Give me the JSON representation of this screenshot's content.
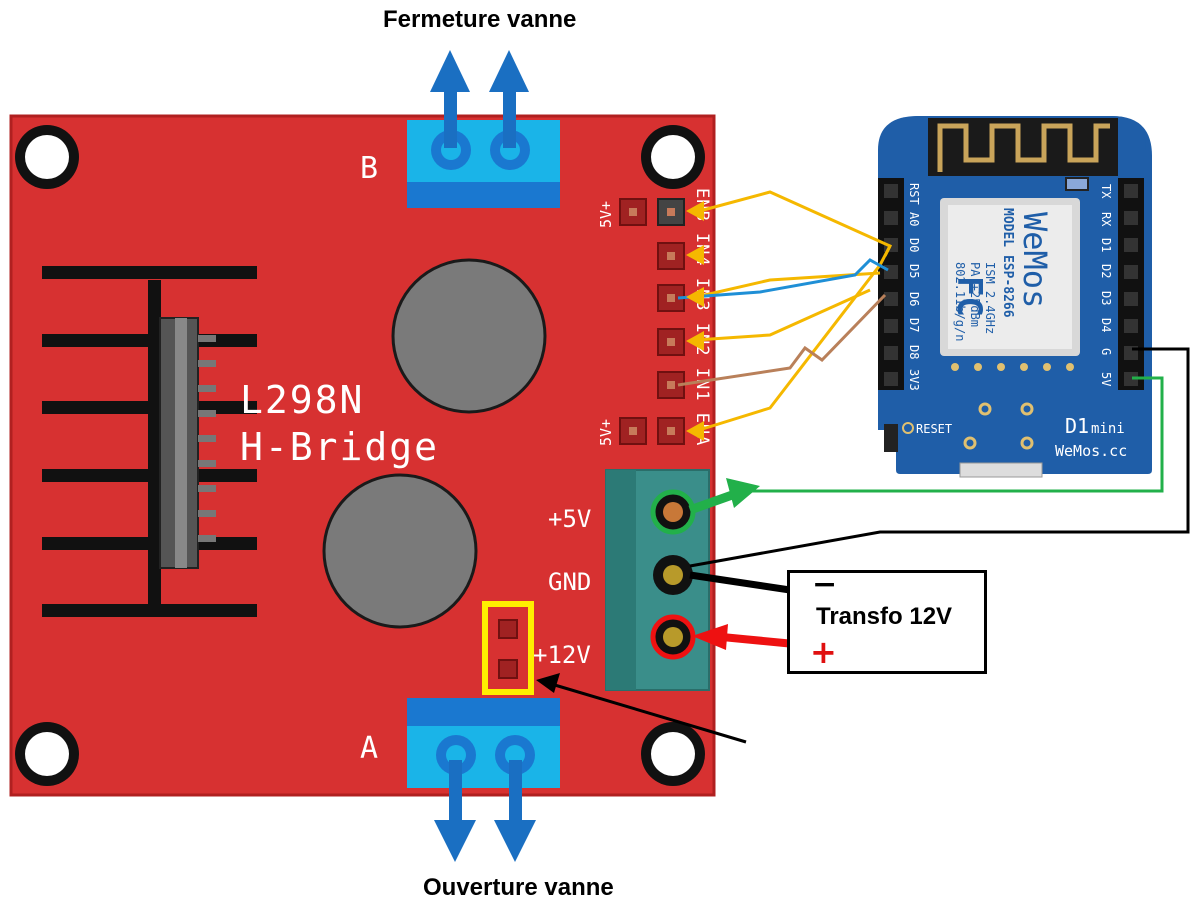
{
  "labels": {
    "top_title": "Fermeture vanne",
    "bottom_title": "Ouverture vanne",
    "port_b": "B",
    "port_a": "A",
    "chip_line1": "L298N",
    "chip_line2": "H-Bridge",
    "pin_5v": "+5V",
    "pin_gnd": "GND",
    "pin_12v": "+12V",
    "header_5v_top": "5V+",
    "header_5v_bottom": "5V+",
    "header_pins": "ENB IN4 IN3 IN2 IN1 ENA"
  },
  "transfo": {
    "label": "Transfo 12V",
    "minus": "−",
    "plus": "+"
  },
  "d1mini": {
    "left_pins": [
      "RST",
      "A0",
      "D0",
      "D5",
      "D6",
      "D7",
      "D8",
      "3V3"
    ],
    "right_pins": [
      "TX",
      "RX",
      "D1",
      "D2",
      "D3",
      "D4",
      "G",
      "5V"
    ],
    "module_lines": [
      "MODEL ESP-8266",
      "ISM 2.4GHz",
      "PA +25dBm",
      "802.11b/g/n"
    ],
    "brand": "WeMos",
    "reset_label": "RESET",
    "board_name": "D1",
    "board_variant": "mini",
    "board_site": "WeMos.cc",
    "fcc_mark": "FC"
  },
  "colors": {
    "board_red": "#d73131",
    "terminal_blue": "#1ab4e8",
    "arrow_blue": "#1a6fc2",
    "wire_yellow": "#f5b800",
    "wire_blue": "#1f8fd6",
    "wire_brown": "#b9805a",
    "wire_green": "#22b04a",
    "wemos_blue": "#1f5ea8",
    "jumper_yellow": "#ffee00"
  }
}
